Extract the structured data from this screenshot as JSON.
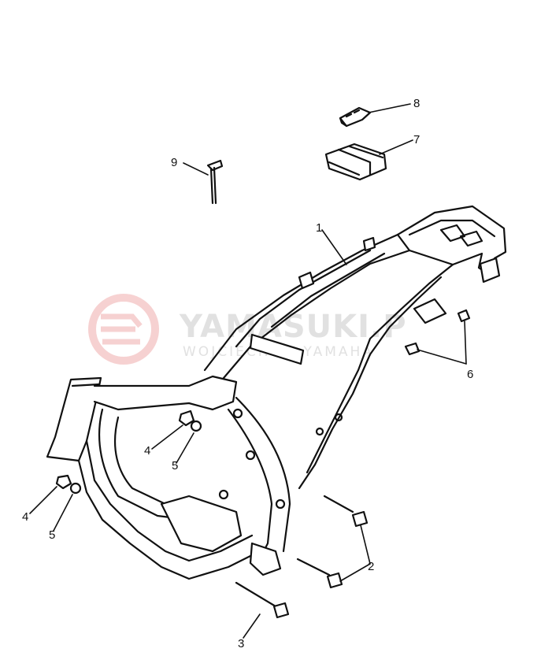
{
  "watermark": {
    "title": "YAMASUKI.P",
    "subtitle": "WOJCIECH ... YAMAHA",
    "color": "#e25d5d"
  },
  "callouts": [
    {
      "id": "1",
      "label": "1"
    },
    {
      "id": "2",
      "label": "2"
    },
    {
      "id": "3",
      "label": "3"
    },
    {
      "id": "4a",
      "label": "4"
    },
    {
      "id": "4b",
      "label": "4"
    },
    {
      "id": "5a",
      "label": "5"
    },
    {
      "id": "5b",
      "label": "5"
    },
    {
      "id": "6",
      "label": "6"
    },
    {
      "id": "7",
      "label": "7"
    },
    {
      "id": "8",
      "label": "8"
    },
    {
      "id": "9",
      "label": "9"
    }
  ]
}
